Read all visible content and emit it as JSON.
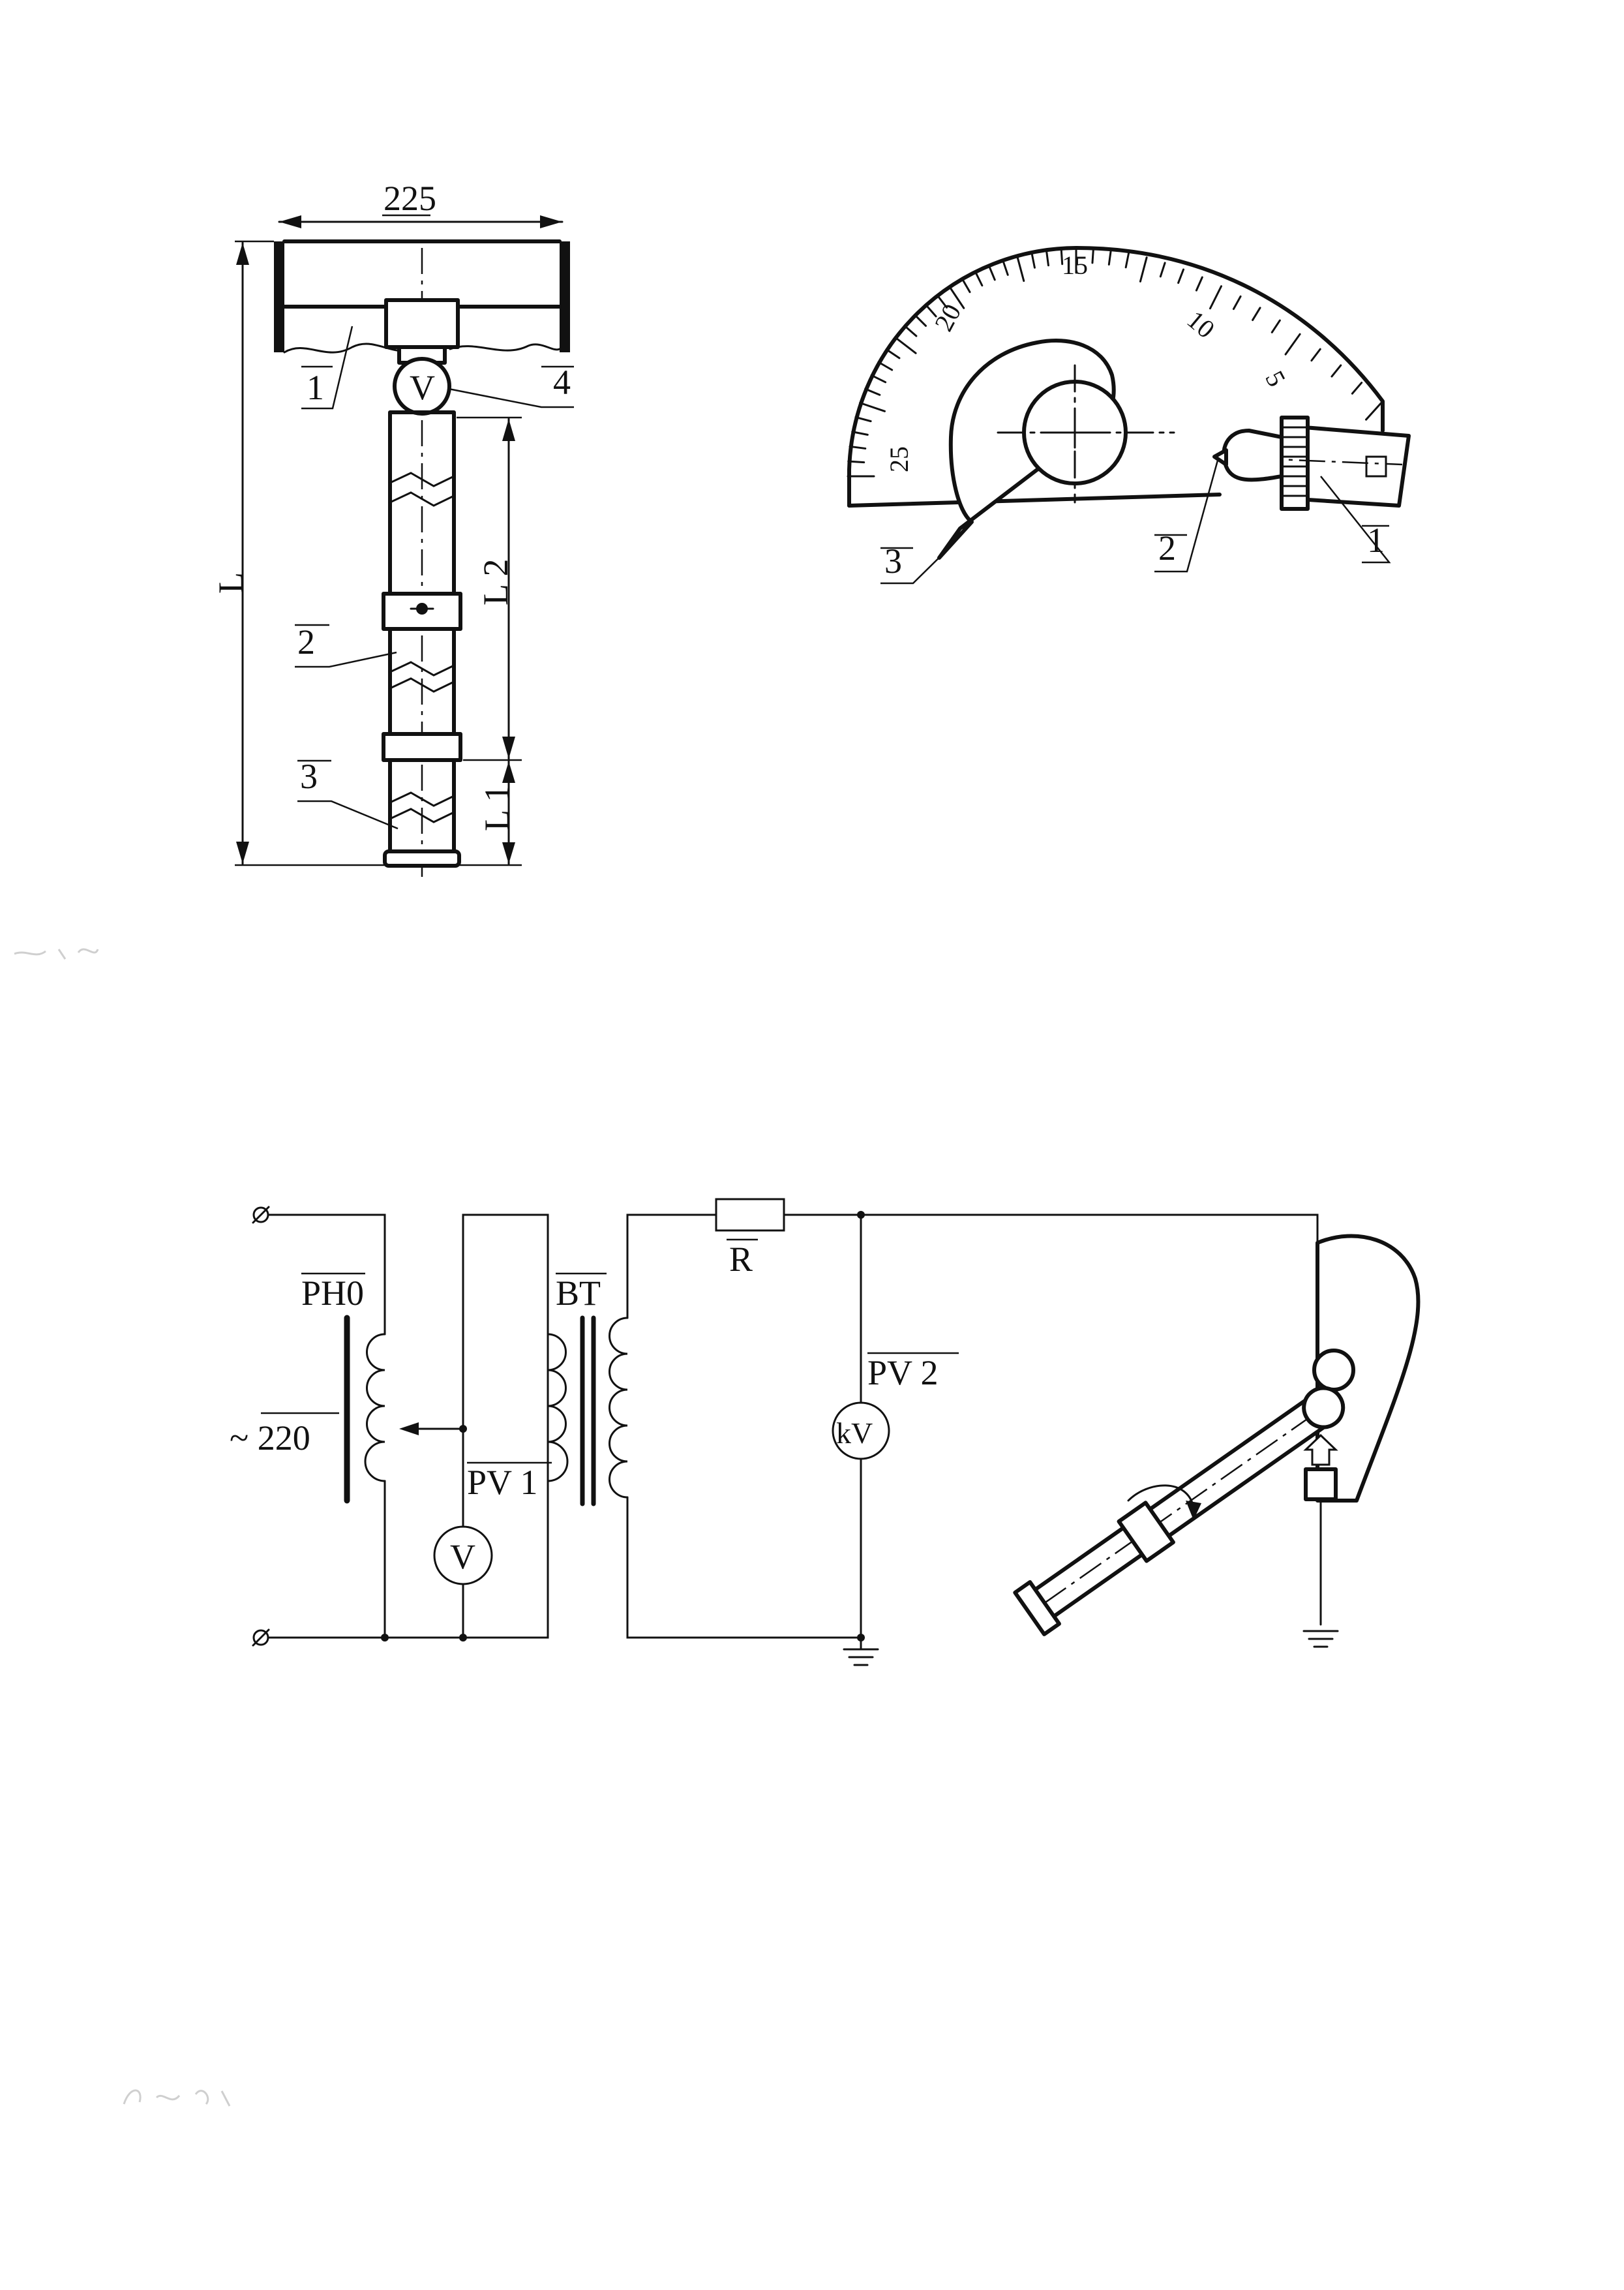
{
  "figure1": {
    "dim_width": "225",
    "dim_total": "L",
    "dim_l2": "L 2",
    "dim_l1": "L 1",
    "callout_1": "1",
    "callout_2": "2",
    "callout_3": "3",
    "callout_4": "4",
    "meter_glyph": "V"
  },
  "figure2": {
    "scale_labels": [
      "5",
      "10",
      "15",
      "20",
      "25"
    ],
    "callout_1": "1",
    "callout_2": "2",
    "callout_3": "3"
  },
  "figure3": {
    "regulator_label": "PH0",
    "supply_label": "~ 220",
    "transformer_label": "BT",
    "resistor_label": "R",
    "voltmeter1_label": "PV 1",
    "voltmeter1_glyph": "V",
    "voltmeter2_label": "PV 2",
    "voltmeter2_glyph": "kV"
  }
}
